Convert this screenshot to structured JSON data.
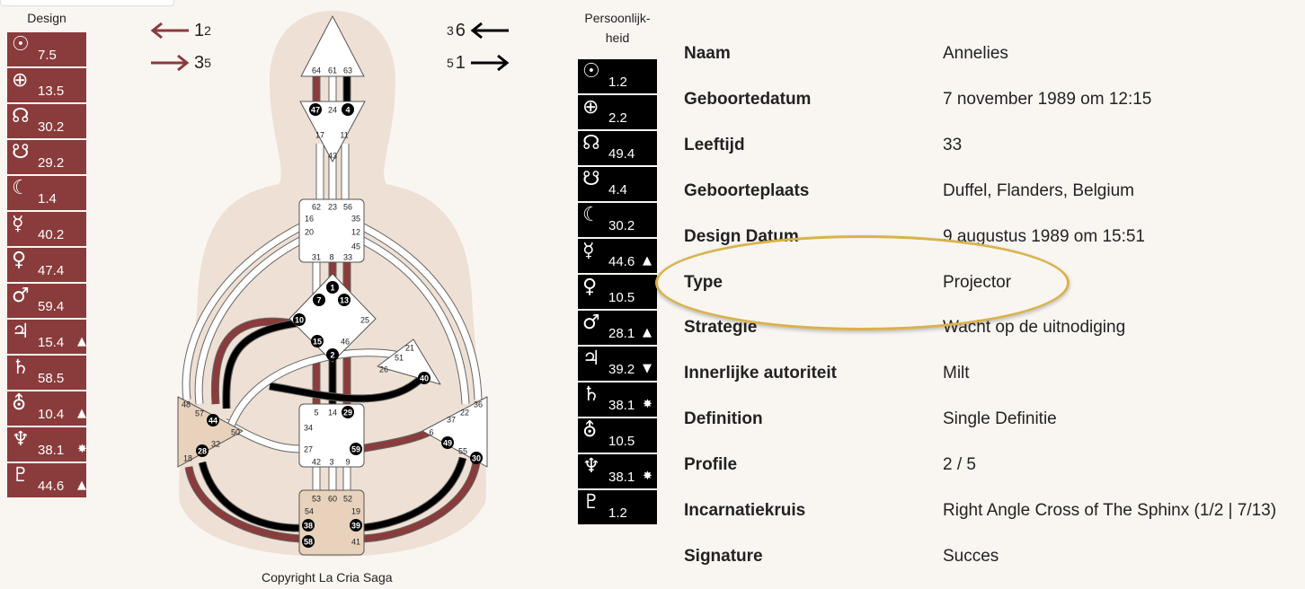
{
  "columns": {
    "design_title": "Design",
    "personality_title_1": "Persoonlijk-",
    "personality_title_2": "heid"
  },
  "design_planets": [
    {
      "icon": "sun-icon",
      "glyph": "☉",
      "value": "7.5",
      "marker": ""
    },
    {
      "icon": "earth-icon",
      "glyph": "⊕",
      "value": "13.5",
      "marker": ""
    },
    {
      "icon": "north-node-icon",
      "glyph": "☊",
      "value": "30.2",
      "marker": ""
    },
    {
      "icon": "south-node-icon",
      "glyph": "☋",
      "value": "29.2",
      "marker": ""
    },
    {
      "icon": "moon-icon",
      "glyph": "☾",
      "value": "1.4",
      "marker": ""
    },
    {
      "icon": "mercury-icon",
      "glyph": "☿",
      "value": "40.2",
      "marker": ""
    },
    {
      "icon": "venus-icon",
      "glyph": "♀",
      "value": "47.4",
      "marker": ""
    },
    {
      "icon": "mars-icon",
      "glyph": "♂",
      "value": "59.4",
      "marker": ""
    },
    {
      "icon": "jupiter-icon",
      "glyph": "♃",
      "value": "15.4",
      "marker": "▲"
    },
    {
      "icon": "saturn-icon",
      "glyph": "♄",
      "value": "58.5",
      "marker": ""
    },
    {
      "icon": "uranus-icon",
      "glyph": "⛢",
      "value": "10.4",
      "marker": "▲"
    },
    {
      "icon": "neptune-icon",
      "glyph": "♆",
      "value": "38.1",
      "marker": "✸"
    },
    {
      "icon": "pluto-icon",
      "glyph": "♇",
      "value": "44.6",
      "marker": "▲"
    }
  ],
  "personality_planets": [
    {
      "icon": "sun-icon",
      "glyph": "☉",
      "value": "1.2",
      "marker": ""
    },
    {
      "icon": "earth-icon",
      "glyph": "⊕",
      "value": "2.2",
      "marker": ""
    },
    {
      "icon": "north-node-icon",
      "glyph": "☊",
      "value": "49.4",
      "marker": ""
    },
    {
      "icon": "south-node-icon",
      "glyph": "☋",
      "value": "4.4",
      "marker": ""
    },
    {
      "icon": "moon-icon",
      "glyph": "☾",
      "value": "30.2",
      "marker": ""
    },
    {
      "icon": "mercury-icon",
      "glyph": "☿",
      "value": "44.6",
      "marker": "▲"
    },
    {
      "icon": "venus-icon",
      "glyph": "♀",
      "value": "10.5",
      "marker": ""
    },
    {
      "icon": "mars-icon",
      "glyph": "♂",
      "value": "28.1",
      "marker": "▲"
    },
    {
      "icon": "jupiter-icon",
      "glyph": "♃",
      "value": "39.2",
      "marker": "▼"
    },
    {
      "icon": "saturn-icon",
      "glyph": "♄",
      "value": "38.1",
      "marker": "✸"
    },
    {
      "icon": "uranus-icon",
      "glyph": "⛢",
      "value": "10.5",
      "marker": ""
    },
    {
      "icon": "neptune-icon",
      "glyph": "♆",
      "value": "38.1",
      "marker": "✸"
    },
    {
      "icon": "pluto-icon",
      "glyph": "♇",
      "value": "1.2",
      "marker": ""
    }
  ],
  "arrows": {
    "design_top": {
      "main": "1",
      "sub": "2"
    },
    "design_bottom": {
      "main": "3",
      "sub": "5"
    },
    "pers_top": {
      "main": "6",
      "sub": "3"
    },
    "pers_bottom": {
      "main": "1",
      "sub": "5"
    },
    "design_color": "#8a3b3b",
    "pers_color": "#000000"
  },
  "bodygraph": {
    "gates": {
      "head": [
        "64",
        "61",
        "63"
      ],
      "ajna": [
        "47",
        "24",
        "4",
        "17",
        "11",
        "43"
      ],
      "throat": [
        "62",
        "23",
        "56",
        "16",
        "35",
        "20",
        "12",
        "45",
        "31",
        "8",
        "33"
      ],
      "g": [
        "1",
        "7",
        "13",
        "10",
        "25",
        "15",
        "46",
        "2"
      ],
      "heart": [
        "21",
        "51",
        "26",
        "40"
      ],
      "spleen": [
        "48",
        "57",
        "44",
        "50",
        "32",
        "28",
        "18"
      ],
      "sacral": [
        "5",
        "14",
        "29",
        "34",
        "27",
        "59",
        "42",
        "3",
        "9"
      ],
      "solar": [
        "36",
        "22",
        "37",
        "6",
        "49",
        "55",
        "30"
      ],
      "root": [
        "53",
        "60",
        "52",
        "54",
        "19",
        "38",
        "39",
        "58",
        "41"
      ]
    },
    "colors": {
      "design": "#8a3b3b",
      "personality": "#000000",
      "defined_center": "#e8d2bc",
      "center": "#ffffff",
      "silhouette": "#eee0d4"
    }
  },
  "copyright": "Copyright La Cria Saga",
  "info": [
    {
      "label": "Naam",
      "value": "Annelies"
    },
    {
      "label": "Geboortedatum",
      "value": "7 november 1989 om 12:15"
    },
    {
      "label": "Leeftijd",
      "value": "33"
    },
    {
      "label": "Geboorteplaats",
      "value": "Duffel, Flanders, Belgium"
    },
    {
      "label": "Design Datum",
      "value": "9 augustus 1989 om 15:51"
    },
    {
      "label": "Type",
      "value": "Projector"
    },
    {
      "label": "Strategie",
      "value": "Wacht op de uitnodiging"
    },
    {
      "label": "Innerlijke autoriteit",
      "value": "Milt"
    },
    {
      "label": "Definition",
      "value": "Single Definitie"
    },
    {
      "label": "Profile",
      "value": "2 / 5"
    },
    {
      "label": "Incarnatiekruis",
      "value": "Right Angle Cross of The Sphinx (1/2 | 7/13)"
    },
    {
      "label": "Signature",
      "value": "Succes"
    }
  ],
  "highlight_color": "#d9b24a"
}
